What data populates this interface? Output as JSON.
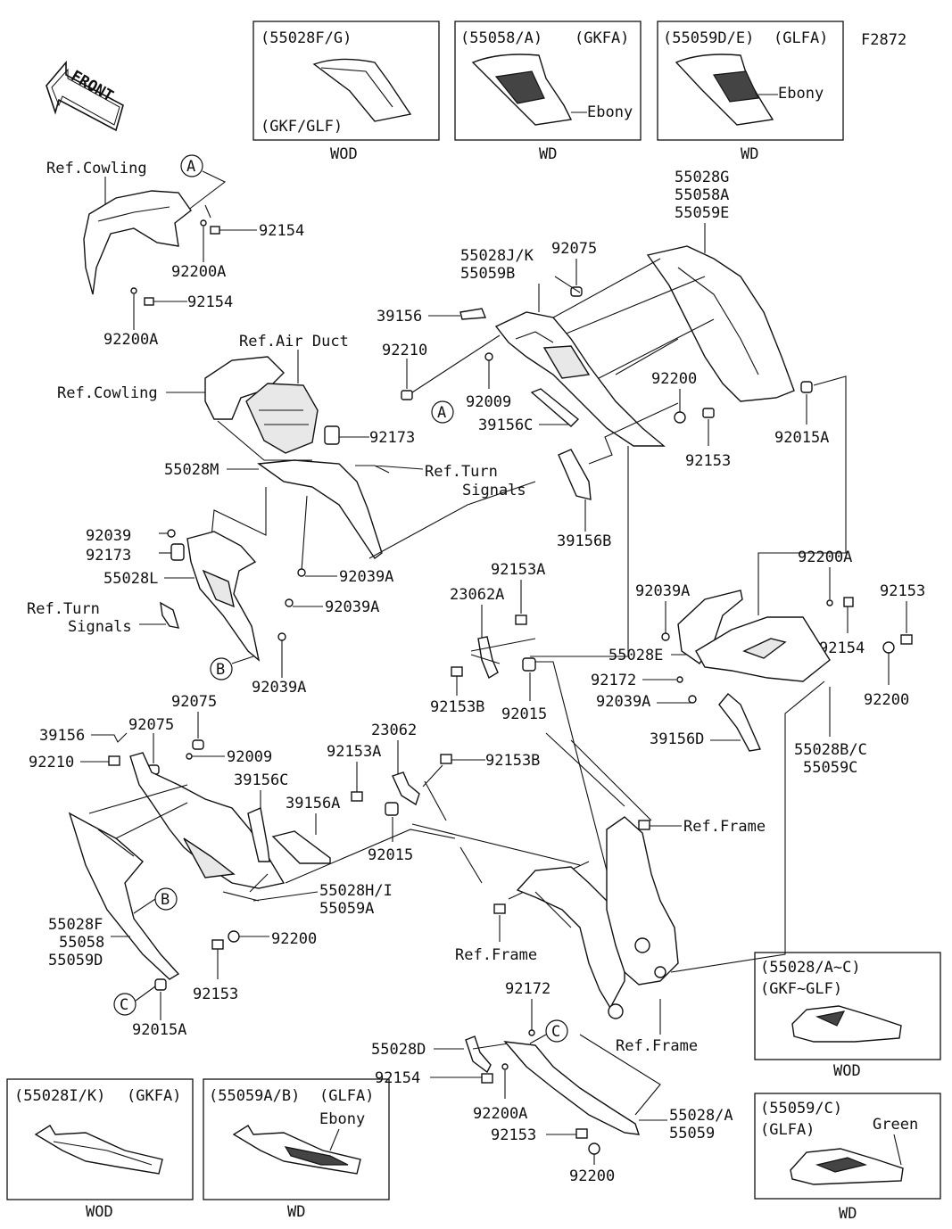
{
  "figure_code": "F2872",
  "front_arrow": {
    "label": "FRONT",
    "icon": "front-arrow-icon"
  },
  "variant_boxes": [
    {
      "id": "top-1",
      "code": "(55028F/G)",
      "model": "(GKF/GLF)",
      "color": "",
      "caption": "WOD"
    },
    {
      "id": "top-2",
      "code": "(55058/A)",
      "model": "(GKFA)",
      "color": "Ebony",
      "caption": "WD"
    },
    {
      "id": "top-3",
      "code": "(55059D/E)",
      "model": "(GLFA)",
      "color": "Ebony",
      "caption": "WD"
    },
    {
      "id": "bot-1",
      "code": "(55028I/K)",
      "model": "(GKFA)",
      "color": "",
      "caption": "WOD"
    },
    {
      "id": "bot-2",
      "code": "(55059A/B)",
      "model": "(GLFA)",
      "color": "Ebony",
      "caption": "WD"
    },
    {
      "id": "right-1",
      "code": "(55028/A~C)",
      "model": "(GKF~GLF)",
      "color": "",
      "caption": "WOD"
    },
    {
      "id": "right-2",
      "code": "(55059/C)",
      "model": "(GLFA)",
      "color": "Green",
      "caption": "WD"
    }
  ],
  "references": {
    "cowling": "Ref.Cowling",
    "air_duct": "Ref.Air Duct",
    "turn_signals_1": "Ref.Turn",
    "turn_signals_2": "Signals",
    "frame": "Ref.Frame"
  },
  "callouts": {
    "A": "A",
    "B": "B",
    "C": "C"
  },
  "part_labels": {
    "p92154_a": "92154",
    "p92200A_a": "92200A",
    "p92154_b": "92154",
    "p92200A_b": "92200A",
    "p92173_a": "92173",
    "p55028M": "55028M",
    "p92039": "92039",
    "p92173_b": "92173",
    "p55028L": "55028L",
    "p92039A_a": "92039A",
    "p92039A_b": "92039A",
    "p92039A_c": "92039A",
    "p55028G": "55028G",
    "p55058A": "55058A",
    "p55059E": "55059E",
    "p55028JK": "55028J/K",
    "p55059B": "55059B",
    "p92075_a": "92075",
    "p39156_a": "39156",
    "p92210_a": "92210",
    "p92009_a": "92009",
    "p39156C_a": "39156C",
    "p92200_a": "92200",
    "p92153_a": "92153",
    "p92015A_a": "92015A",
    "p39156B": "39156B",
    "p92153A_a": "92153A",
    "p23062A": "23062A",
    "p92153B_a": "92153B",
    "p92015_a": "92015",
    "p92200A_c": "92200A",
    "p92153_b": "92153",
    "p92039A_d": "92039A",
    "p92154_c": "92154",
    "p55028E": "55028E",
    "p92172_a": "92172",
    "p92039A_e": "92039A",
    "p92200_b": "92200",
    "p39156D": "39156D",
    "p55028BC": "55028B/C",
    "p55059C": "55059C",
    "p92075_b": "92075",
    "p92075_c": "92075",
    "p39156_b": "39156",
    "p92009_b": "92009",
    "p92210_b": "92210",
    "p23062": "23062",
    "p92153A_b": "92153A",
    "p92153B_b": "92153B",
    "p39156C_b": "39156C",
    "p39156A": "39156A",
    "p92015_b": "92015",
    "p55028HI": "55028H/I",
    "p55059A": "55059A",
    "p55028F": "55028F",
    "p55058": "55058",
    "p55059D": "55059D",
    "p92200_c": "92200",
    "p92153_c": "92153",
    "p92015A_b": "92015A",
    "p92172_b": "92172",
    "p55028D": "55028D",
    "p92154_d": "92154",
    "p92200A_d": "92200A",
    "p92153_d": "92153",
    "p55028A": "55028/A",
    "p55059": "55059",
    "p92200_d": "92200"
  }
}
